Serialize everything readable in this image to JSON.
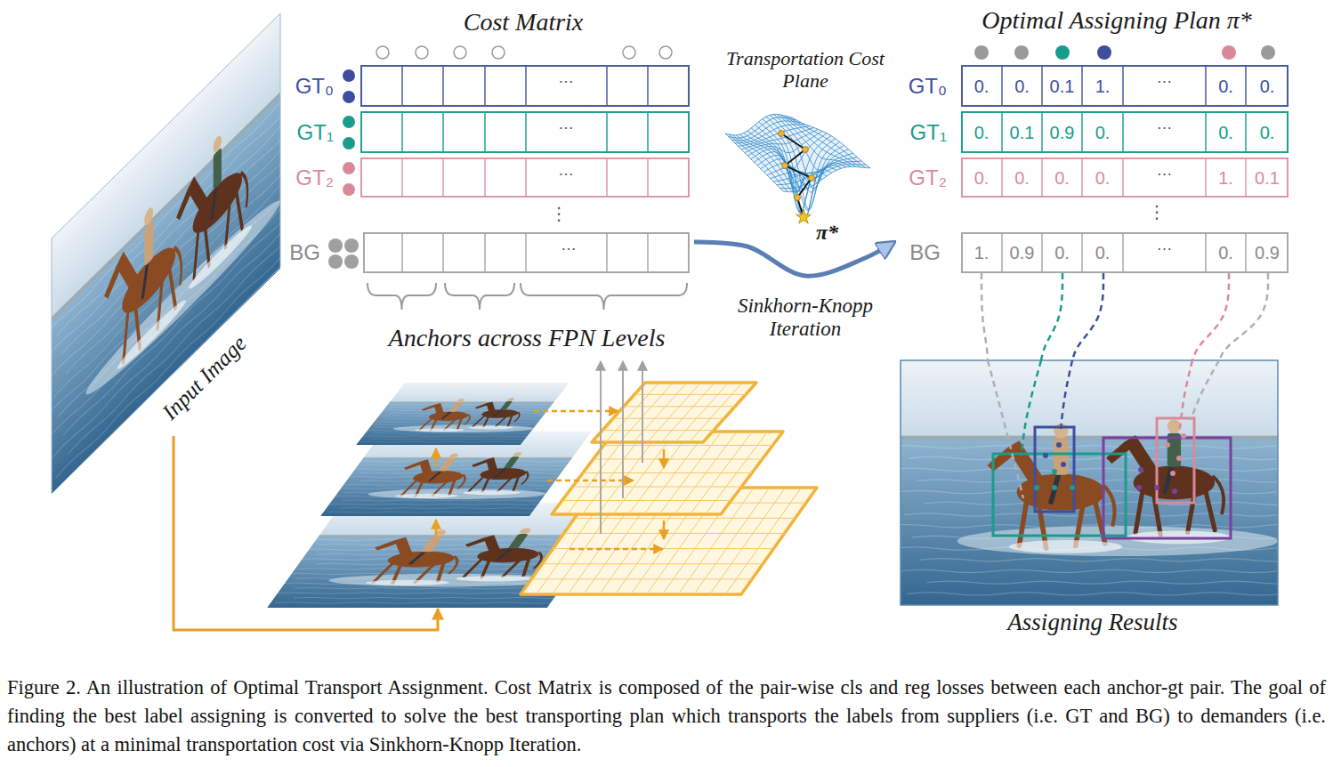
{
  "diagram": {
    "caption": "Figure 2. An illustration of Optimal Transport Assignment. Cost Matrix is composed of the pair-wise cls and reg losses between each anchor-gt pair. The goal of finding the best label assigning is converted to solve the best transporting plan which transports the labels from suppliers (i.e. GT and BG) to demanders (i.e. anchors) at a minimal transportation cost via Sinkhorn-Knopp Iteration.",
    "nodes": [
      {
        "text": [
          "Input Image"
        ]
      },
      {
        "text": [
          "Cost Matrix"
        ]
      },
      {
        "text": [
          "GT₀",
          "…"
        ],
        "in": 1
      },
      {
        "text": [
          "GT₁",
          "…"
        ],
        "in": 1
      },
      {
        "text": [
          "GT₂",
          "…"
        ],
        "in": 1
      },
      {
        "text": [
          "BG",
          "…"
        ],
        "in": 1
      },
      {
        "text": [
          "Anchors across FPN Levels"
        ]
      },
      {
        "text": [
          "Transportation Cost Plane",
          "π*"
        ]
      },
      {
        "text": [
          "Sinkhorn-Knopp Iteration"
        ]
      },
      {
        "text": [
          "Optimal Assigning Plan π*"
        ]
      },
      {
        "text": [
          "GT₀",
          "0.",
          "0.",
          "0.1",
          "1.",
          "…",
          "0.",
          "0."
        ],
        "in": 9
      },
      {
        "text": [
          "GT₁",
          "0.",
          "0.1",
          "0.9",
          "0.",
          "…",
          "0.",
          "0."
        ],
        "in": 9
      },
      {
        "text": [
          "GT₂",
          "0.",
          "0.",
          "0.",
          "0.",
          "…",
          "1.",
          "0.1"
        ],
        "in": 9
      },
      {
        "text": [
          "BG",
          "1.",
          "0.9",
          "0.",
          "0.",
          "…",
          "0.",
          "0.9"
        ],
        "in": 9
      },
      {
        "text": [
          "Assigning Results"
        ]
      }
    ],
    "edges": [
      {
        "from": 0,
        "to": 6,
        "arrow": "to"
      },
      {
        "from": 1,
        "to": 9,
        "arrow": "to"
      },
      {
        "from": 13,
        "to": 14,
        "arrow": "none"
      },
      {
        "from": 13,
        "to": 14,
        "arrow": "none"
      },
      {
        "from": 13,
        "to": 14,
        "arrow": "none"
      },
      {
        "from": 13,
        "to": 14,
        "arrow": "none"
      },
      {
        "from": 13,
        "to": 14,
        "arrow": "none"
      }
    ],
    "labels": [
      "⋮",
      "⋮"
    ]
  }
}
